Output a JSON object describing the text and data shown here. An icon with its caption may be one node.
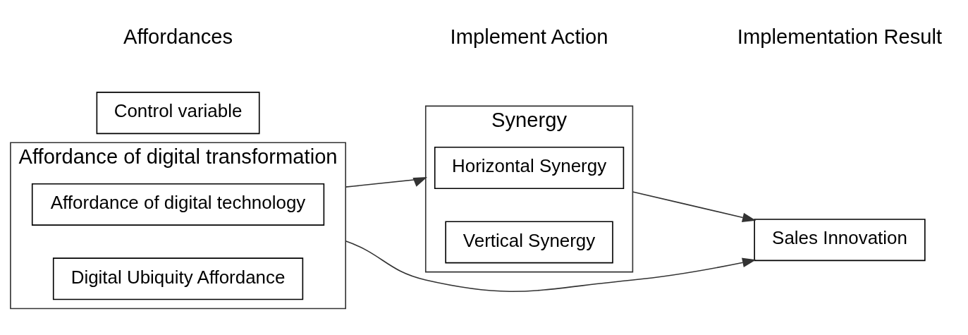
{
  "diagram": {
    "nodes": [
      {
        "text": [
          "Affordance of digital transformation"
        ]
      },
      {
        "text": [
          "Affordance of digital technology"
        ],
        "in": 0
      },
      {
        "text": [
          "Digital Ubiquity Affordance"
        ],
        "in": 0
      },
      {
        "text": [
          "Synergy"
        ]
      },
      {
        "text": [
          "Horizontal Synergy"
        ],
        "in": 3
      },
      {
        "text": [
          "Vertical Synergy"
        ],
        "in": 3
      },
      {
        "text": [
          "Sales Innovation"
        ]
      },
      {
        "text": [
          "Control variable"
        ]
      }
    ],
    "edges": [
      {
        "from": 0,
        "to": 3,
        "arrow": "to"
      },
      {
        "from": 3,
        "to": 6,
        "arrow": "to"
      },
      {
        "from": 0,
        "to": 6,
        "arrow": "to"
      }
    ],
    "labels": [
      "Affordances",
      "Implement Action",
      "Implementation Result"
    ]
  }
}
